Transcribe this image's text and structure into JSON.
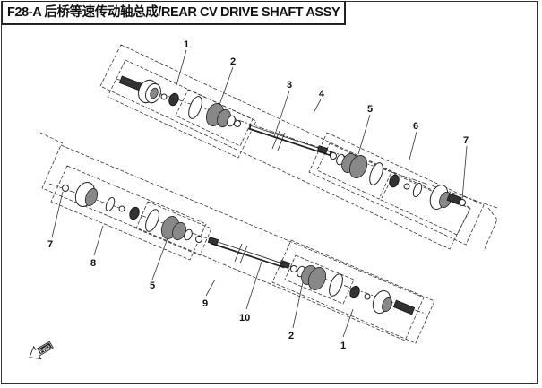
{
  "title": "F28-A 后桥等速传动轴总成/REAR CV DRIVE SHAFT ASSY",
  "diagram": {
    "type": "exploded-parts-view",
    "assemblies": [
      {
        "name": "upper-shaft-assembly",
        "callouts": [
          "1",
          "2",
          "3",
          "4",
          "5",
          "6",
          "7"
        ]
      },
      {
        "name": "lower-shaft-assembly",
        "callouts": [
          "7",
          "8",
          "5",
          "9",
          "10",
          "2",
          "1"
        ]
      }
    ],
    "callouts": {
      "upper": {
        "c1": "1",
        "c2": "2",
        "c3": "3",
        "c4": "4",
        "c5": "5",
        "c6": "6",
        "c7": "7"
      },
      "lower": {
        "c7": "7",
        "c8": "8",
        "c5": "5",
        "c9": "9",
        "c10": "10",
        "c2": "2",
        "c1": "1"
      }
    },
    "direction_indicator": "FWD"
  }
}
